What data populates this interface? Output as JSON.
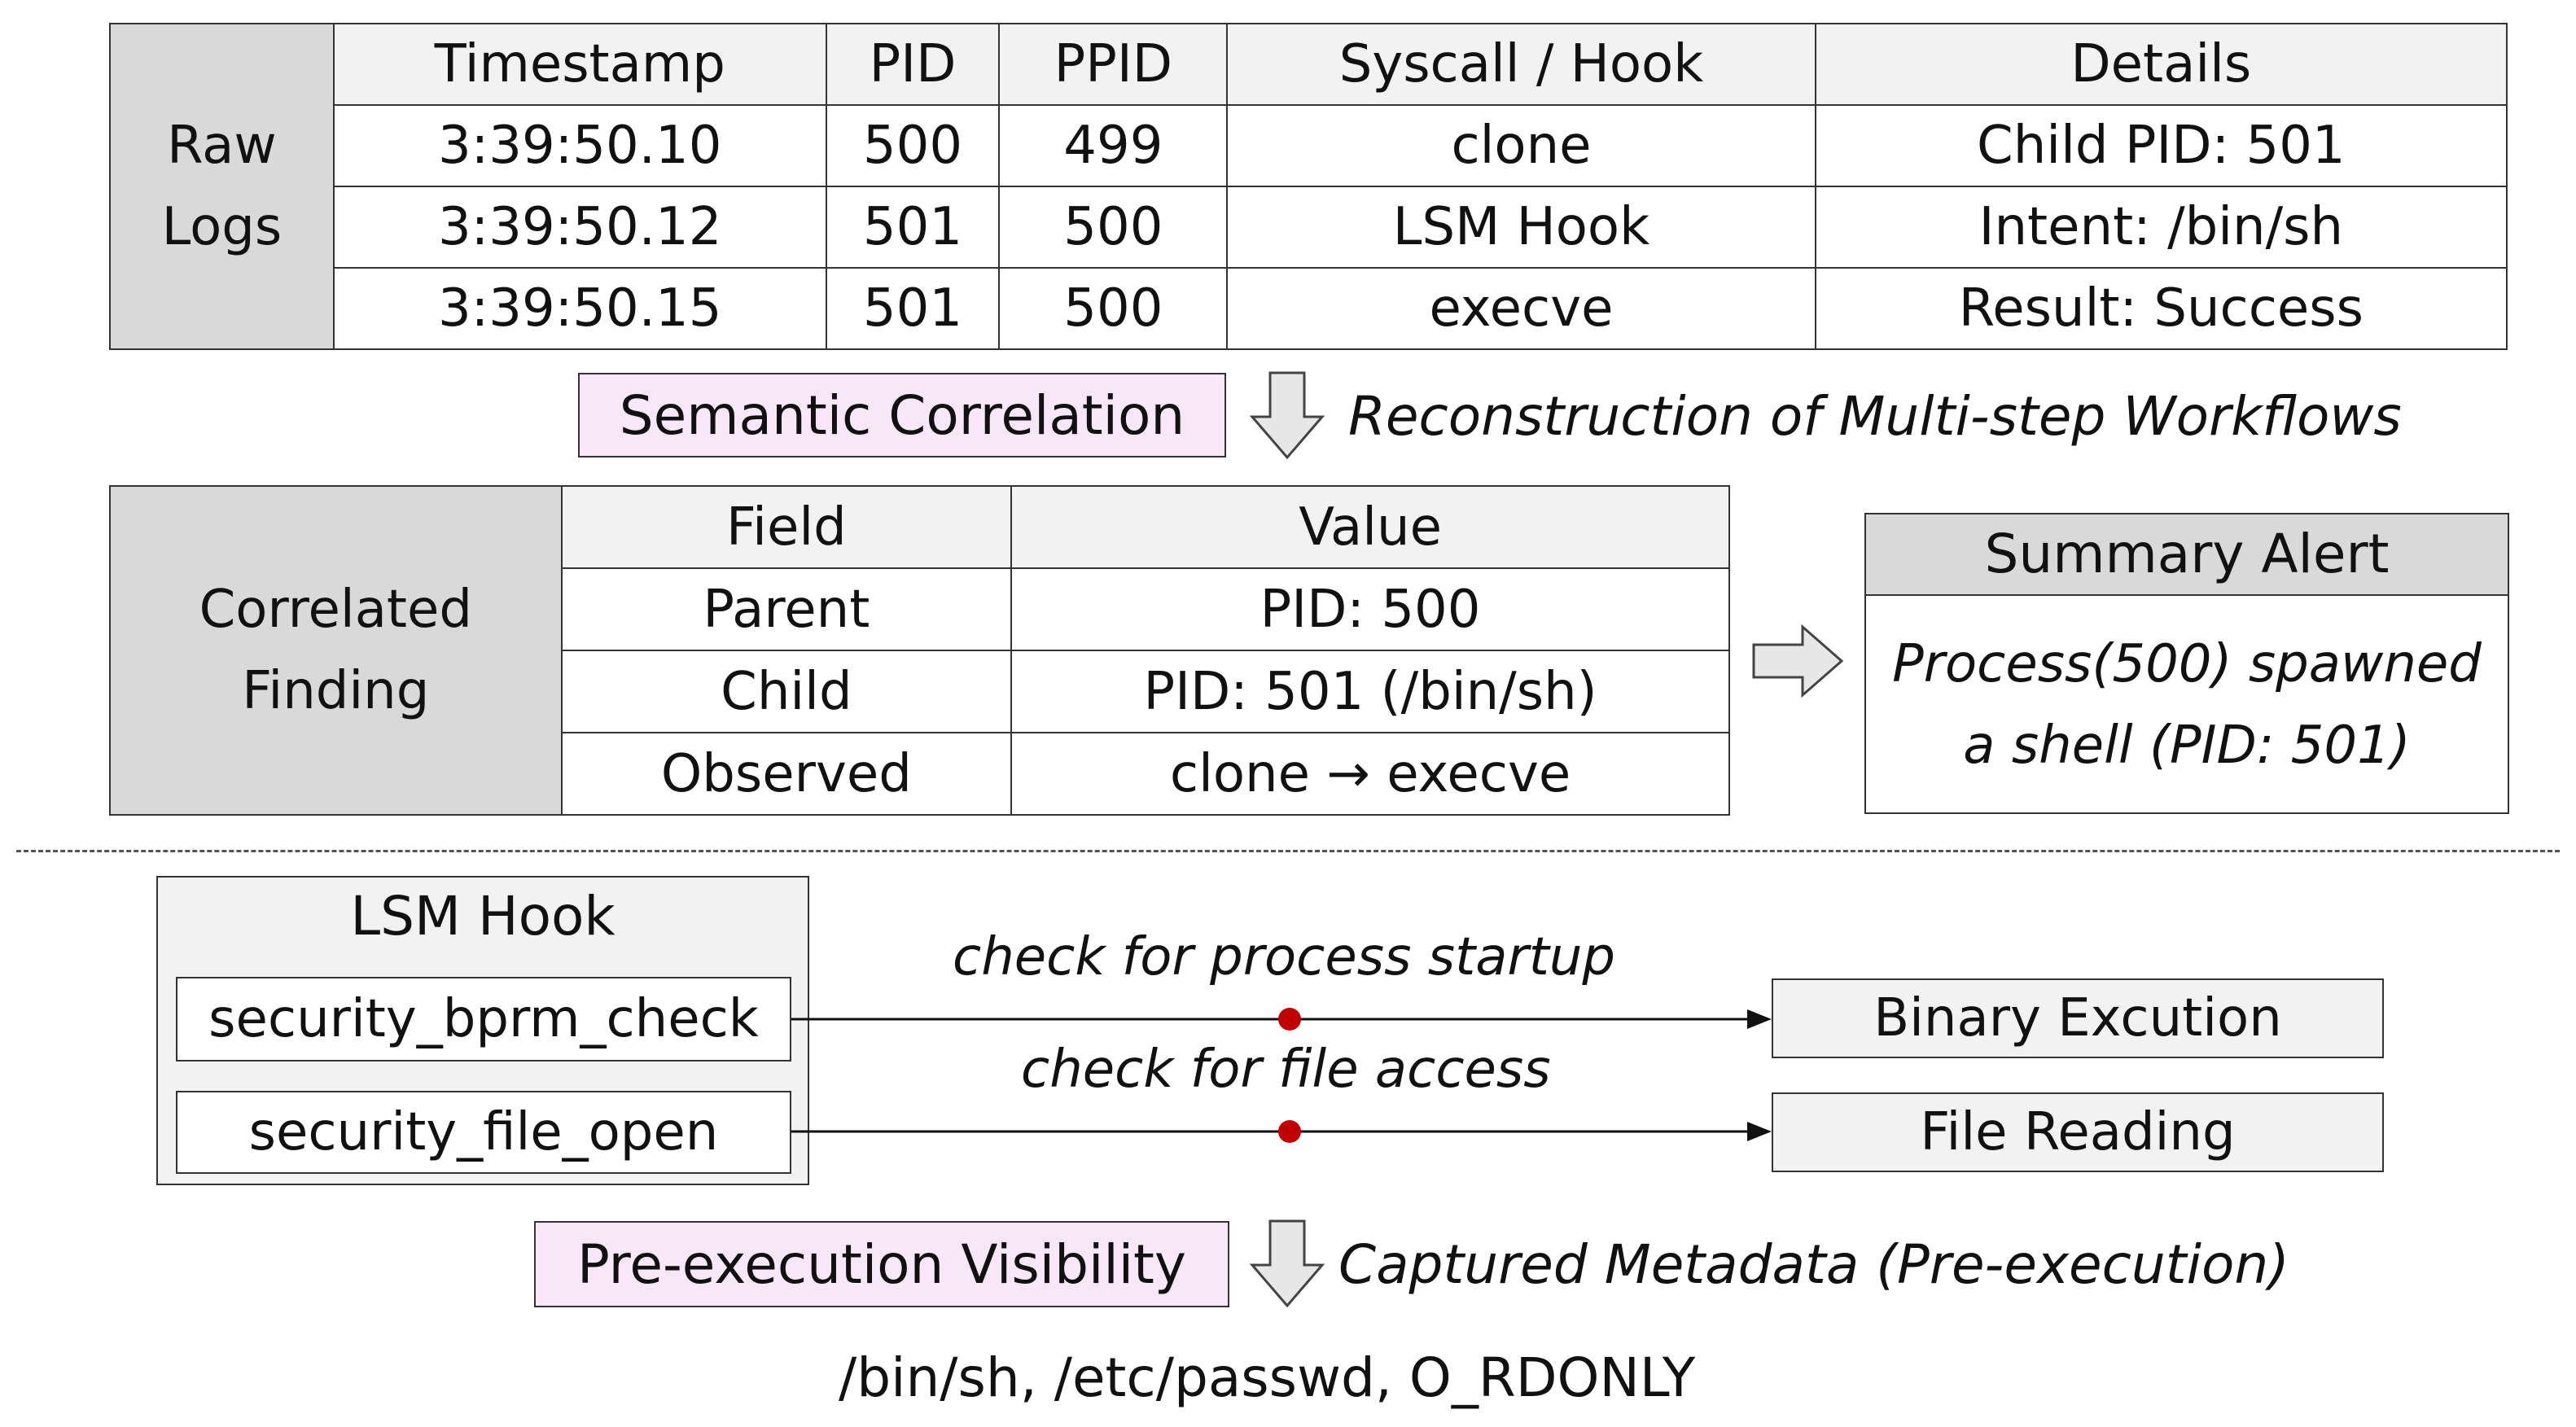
{
  "raw_logs": {
    "label_line1": "Raw",
    "label_line2": "Logs",
    "headers": [
      "Timestamp",
      "PID",
      "PPID",
      "Syscall / Hook",
      "Details"
    ],
    "rows": [
      [
        "3:39:50.10",
        "500",
        "499",
        "clone",
        "Child PID: 501"
      ],
      [
        "3:39:50.12",
        "501",
        "500",
        "LSM Hook",
        "Intent: /bin/sh"
      ],
      [
        "3:39:50.15",
        "501",
        "500",
        "execve",
        "Result: Success"
      ]
    ]
  },
  "semantic": {
    "label": "Semantic Correlation",
    "caption": "Reconstruction of Multi-step Workflows"
  },
  "correlated": {
    "label_line1": "Correlated",
    "label_line2": "Finding",
    "headers": [
      "Field",
      "Value"
    ],
    "rows": [
      [
        "Parent",
        "PID: 500"
      ],
      [
        "Child",
        "PID: 501 (/bin/sh)"
      ],
      [
        "Observed",
        "clone → execve"
      ]
    ]
  },
  "summary": {
    "title": "Summary Alert",
    "line1": "Process(500) spawned",
    "line2": "a shell (PID: 501)"
  },
  "lsm": {
    "title": "LSM Hook",
    "hooks": [
      "security_bprm_check",
      "security_file_open"
    ],
    "edge_labels": [
      "check for process startup",
      "check for file access"
    ],
    "targets": [
      "Binary Excution",
      "File Reading"
    ]
  },
  "pre_exec": {
    "label": "Pre-execution Visibility",
    "caption": "Captured Metadata (Pre-execution)",
    "metadata": "/bin/sh, /etc/passwd, O_RDONLY"
  },
  "colors": {
    "gray_header": "#d9d9d9",
    "light_fill": "#f2f2f2",
    "pink_fill": "#f8e7f8",
    "edge_dot": "#c00000"
  }
}
